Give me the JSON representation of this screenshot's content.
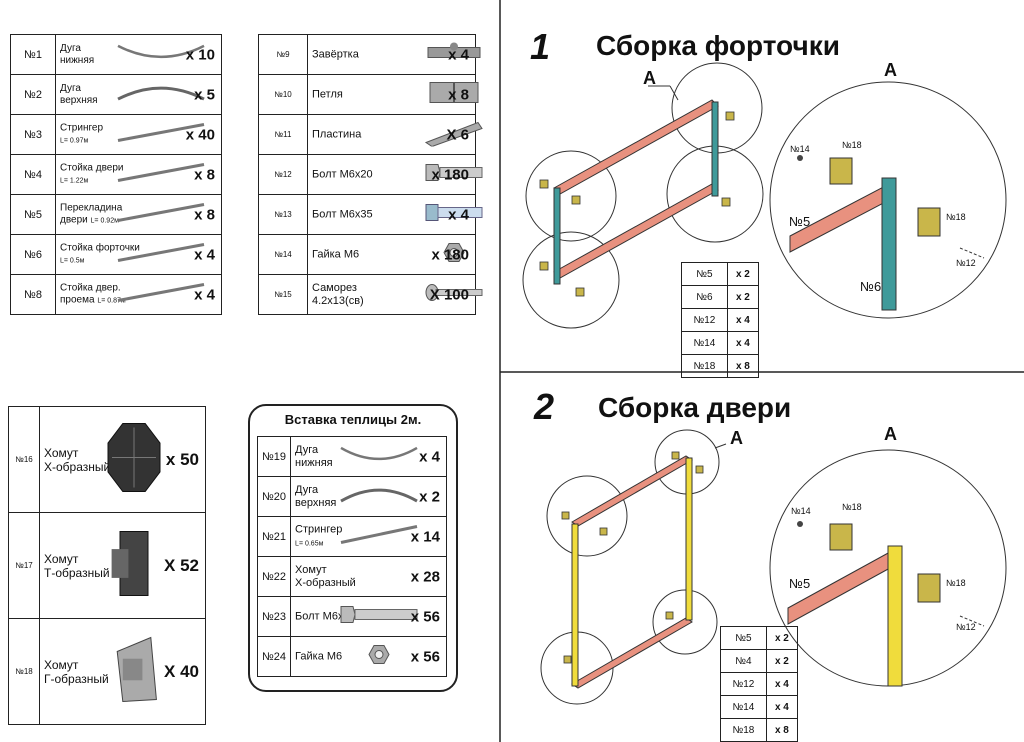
{
  "table1": [
    {
      "num": "№1",
      "name": "Дуга",
      "name2": "нижняя",
      "sub": "",
      "qty": "x 10",
      "icon": "arc-down-icon"
    },
    {
      "num": "№2",
      "name": "Дуга",
      "name2": "верхняя",
      "sub": "",
      "qty": "x 5",
      "icon": "arc-up-icon"
    },
    {
      "num": "№3",
      "name": "Стрингер",
      "name2": "",
      "sub": "L= 0.97м",
      "qty": "x 40",
      "icon": "rod-icon"
    },
    {
      "num": "№4",
      "name": "Стойка двери",
      "name2": "",
      "sub": "L= 1.22м",
      "qty": "x 8",
      "icon": "rod-icon"
    },
    {
      "num": "№5",
      "name": "Перекладина",
      "name2": "двери",
      "sub": "L= 0.92м",
      "qty": "x 8",
      "icon": "rod-icon"
    },
    {
      "num": "№6",
      "name": "Стойка форточки",
      "name2": "",
      "sub": "L= 0.5м",
      "qty": "x 4",
      "icon": "rod-icon"
    },
    {
      "num": "№8",
      "name": "Стойка двер.",
      "name2": "проема",
      "sub": "L= 0.87м",
      "qty": "x 4",
      "icon": "rod-icon"
    }
  ],
  "table2": [
    {
      "num": "№9",
      "name": "Завёртка",
      "name2": "",
      "qty": "x 4",
      "icon": "latch-icon"
    },
    {
      "num": "№10",
      "name": "Петля",
      "name2": "",
      "qty": "x 8",
      "icon": "hinge-icon"
    },
    {
      "num": "№11",
      "name": "Пластина",
      "name2": "",
      "qty": "X 6",
      "icon": "plate-icon"
    },
    {
      "num": "№12",
      "name": "Болт М6х20",
      "name2": "",
      "qty": "x 180",
      "icon": "bolt-icon"
    },
    {
      "num": "№13",
      "name": "Болт М6х35",
      "name2": "",
      "qty": "x 4",
      "icon": "bolt-long-icon"
    },
    {
      "num": "№14",
      "name": "Гайка М6",
      "name2": "",
      "qty": "x 180",
      "icon": "nut-icon"
    },
    {
      "num": "№15",
      "name": "Саморез",
      "name2": "4.2х13(св)",
      "qty": "X 100",
      "icon": "screw-icon"
    }
  ],
  "table3": [
    {
      "num": "№16",
      "name": "Хомут",
      "name2": "Х-образный",
      "qty": "x 50",
      "icon": "x-clamp-icon"
    },
    {
      "num": "№17",
      "name": "Хомут",
      "name2": "Т-образный",
      "qty": "X 52",
      "icon": "t-clamp-icon"
    },
    {
      "num": "№18",
      "name": "Хомут",
      "name2": "Г-образный",
      "qty": "X 40",
      "icon": "g-clamp-icon"
    }
  ],
  "insert": {
    "title": "Вставка теплицы 2м.",
    "rows": [
      {
        "num": "№19",
        "name": "Дуга",
        "name2": "нижняя",
        "sub": "",
        "qty": "x 4",
        "icon": "arc-down-icon"
      },
      {
        "num": "№20",
        "name": "Дуга",
        "name2": "верхняя",
        "sub": "",
        "qty": "x 2",
        "icon": "arc-up-icon"
      },
      {
        "num": "№21",
        "name": "Стрингер",
        "name2": "",
        "sub": "L= 0.65м",
        "qty": "x 14",
        "icon": "rod-icon"
      },
      {
        "num": "№22",
        "name": "Хомут",
        "name2": "Х-образный",
        "sub": "",
        "qty": "x 28",
        "icon": ""
      },
      {
        "num": "№23",
        "name": "Болт М6х20",
        "name2": "",
        "sub": "",
        "qty": "x 56",
        "icon": "bolt-icon"
      },
      {
        "num": "№24",
        "name": "Гайка М6",
        "name2": "",
        "sub": "",
        "qty": "x 56",
        "icon": "nut-icon"
      }
    ]
  },
  "step1": {
    "no": "1",
    "title": "Сборка форточки",
    "callout": "A",
    "detail_label": "A",
    "labels": {
      "n14": "№14",
      "n18a": "№18",
      "n18b": "№18",
      "n5": "№5",
      "n6": "№6",
      "n12": "№12"
    },
    "counts": [
      [
        "№5",
        "x 2"
      ],
      [
        "№6",
        "x 2"
      ],
      [
        "№12",
        "x 4"
      ],
      [
        "№14",
        "x 4"
      ],
      [
        "№18",
        "x 8"
      ]
    ],
    "colors": {
      "rail": "#e8917f",
      "post": "#3f9a9a"
    }
  },
  "step2": {
    "no": "2",
    "title": "Сборка двери",
    "callout": "A",
    "detail_label": "A",
    "labels": {
      "n14": "№14",
      "n18a": "№18",
      "n18b": "№18",
      "n5": "№5",
      "n12": "№12"
    },
    "counts": [
      [
        "№5",
        "x 2"
      ],
      [
        "№4",
        "x 2"
      ],
      [
        "№12",
        "x 4"
      ],
      [
        "№14",
        "x 4"
      ],
      [
        "№18",
        "x 8"
      ]
    ],
    "colors": {
      "rail": "#e8917f",
      "post": "#f0dc3c"
    }
  }
}
